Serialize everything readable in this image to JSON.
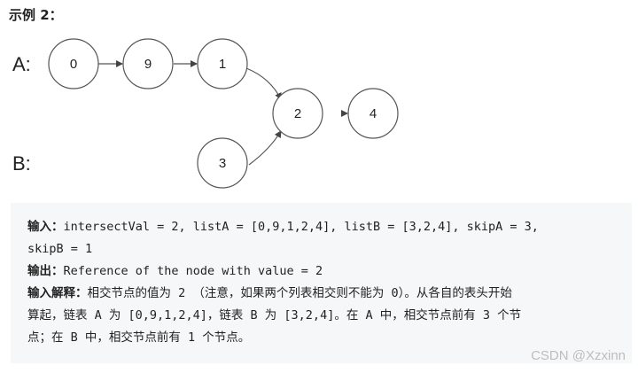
{
  "heading": "示例 2：",
  "diagram": {
    "label_a": "A:",
    "label_b": "B:",
    "nodes": [
      "0",
      "9",
      "1",
      "2",
      "4",
      "3"
    ]
  },
  "example": {
    "input_label": "输入：",
    "input_line1": "intersectVal = 2, listA = [0,9,1,2,4], listB = [3,2,4], skipA = 3,",
    "input_line2": "skipB = 1",
    "output_label": "输出：",
    "output_text": "Reference of the node with value = 2",
    "explain_label": "输入解释：",
    "explain_line1": "相交节点的值为 2 （注意，如果两个列表相交则不能为 0）。从各自的表头开始",
    "explain_line2": "算起，链表 A 为 [0,9,1,2,4]，链表 B 为 [3,2,4]。在 A 中，相交节点前有 3 个节",
    "explain_line3": "点；在 B 中，相交节点前有 1 个节点。"
  },
  "watermark": "CSDN @Xzxinn"
}
